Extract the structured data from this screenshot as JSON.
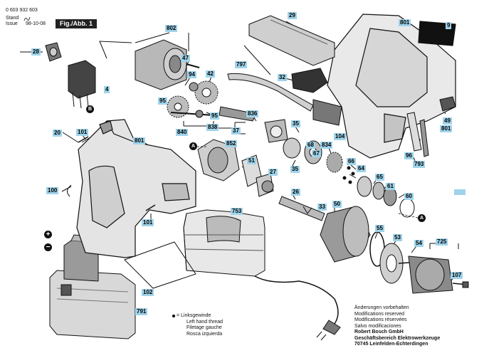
{
  "header": {
    "part_number": "0 603 932 603",
    "stand_label": "Stand",
    "issue_label": "Issue",
    "date": "98-10-08",
    "figure": "Fig./Abb. 1"
  },
  "callouts": [
    {
      "id": "c28",
      "text": "28"
    },
    {
      "id": "c802",
      "text": "802"
    },
    {
      "id": "c47",
      "text": "47"
    },
    {
      "id": "c4",
      "text": "4"
    },
    {
      "id": "c94",
      "text": "94"
    },
    {
      "id": "c42",
      "text": "42"
    },
    {
      "id": "c95a",
      "text": "95"
    },
    {
      "id": "c95b",
      "text": "95"
    },
    {
      "id": "c840",
      "text": "840"
    },
    {
      "id": "c29",
      "text": "29"
    },
    {
      "id": "c801a",
      "text": "801"
    },
    {
      "id": "c9",
      "text": "9"
    },
    {
      "id": "c797",
      "text": "797"
    },
    {
      "id": "c32",
      "text": "32"
    },
    {
      "id": "c836",
      "text": "836"
    },
    {
      "id": "c838",
      "text": "838"
    },
    {
      "id": "c37",
      "text": "37"
    },
    {
      "id": "c35a",
      "text": "35"
    },
    {
      "id": "c104",
      "text": "104"
    },
    {
      "id": "c68",
      "text": "68"
    },
    {
      "id": "c834",
      "text": "834"
    },
    {
      "id": "c67",
      "text": "67"
    },
    {
      "id": "c35b",
      "text": "35"
    },
    {
      "id": "c66",
      "text": "66"
    },
    {
      "id": "c64",
      "text": "64"
    },
    {
      "id": "c49",
      "text": "49"
    },
    {
      "id": "c801b",
      "text": "801"
    },
    {
      "id": "c96",
      "text": "96"
    },
    {
      "id": "c793",
      "text": "793"
    },
    {
      "id": "c65",
      "text": "65"
    },
    {
      "id": "c61",
      "text": "61"
    },
    {
      "id": "c60",
      "text": "60"
    },
    {
      "id": "c20",
      "text": "20"
    },
    {
      "id": "c101a",
      "text": "101"
    },
    {
      "id": "c801c",
      "text": "801"
    },
    {
      "id": "c852",
      "text": "852"
    },
    {
      "id": "c51",
      "text": "51"
    },
    {
      "id": "c27",
      "text": "27"
    },
    {
      "id": "c26",
      "text": "26"
    },
    {
      "id": "c100",
      "text": "100"
    },
    {
      "id": "c33",
      "text": "33"
    },
    {
      "id": "c50",
      "text": "50"
    },
    {
      "id": "c753",
      "text": "753"
    },
    {
      "id": "c101b",
      "text": "101"
    },
    {
      "id": "c55",
      "text": "55"
    },
    {
      "id": "c53",
      "text": "53"
    },
    {
      "id": "c54",
      "text": "54"
    },
    {
      "id": "c725",
      "text": "725"
    },
    {
      "id": "c107",
      "text": "107"
    },
    {
      "id": "c102",
      "text": "102"
    },
    {
      "id": "c791",
      "text": "791"
    }
  ],
  "markers": {
    "a": "A",
    "b": "B",
    "plus": "+",
    "minus": "−"
  },
  "legend": {
    "symbol_label": "= Linksgewinde",
    "lines": [
      "Left hand thread",
      "Filetage gauche",
      "Rosca izquierda"
    ]
  },
  "notes": {
    "lines": [
      "Änderungen vorbehalten",
      "Modifications reserved",
      "Modifications réservées",
      "Salvo modificaciones"
    ],
    "company": [
      "Robert Bosch GmbH",
      "Geschäftsbereich Elektrowerkzeuge",
      "70745 Leinfelden-Echterdingen"
    ]
  }
}
